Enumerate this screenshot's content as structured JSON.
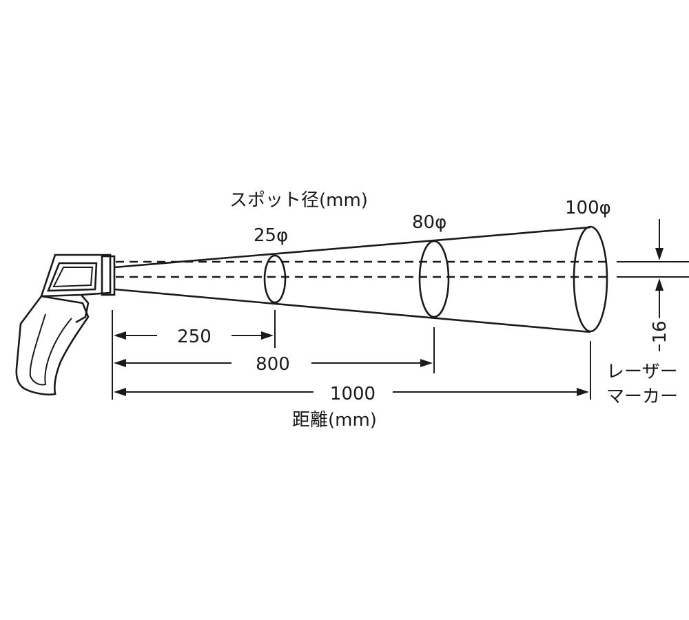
{
  "diagram": {
    "spot_axis_label": "スポット径(mm)",
    "distance_axis_label": "距離(mm)",
    "spots": [
      {
        "label": "25φ"
      },
      {
        "label": "80φ"
      },
      {
        "label": "100φ"
      }
    ],
    "distances": [
      {
        "label": "250"
      },
      {
        "label": "800"
      },
      {
        "label": "1000"
      }
    ],
    "laser_gap_label": "16",
    "laser_marker_line1": "レーザー",
    "laser_marker_line2": "マーカー"
  },
  "icons": {
    "device": "thermometer-gun-icon"
  }
}
